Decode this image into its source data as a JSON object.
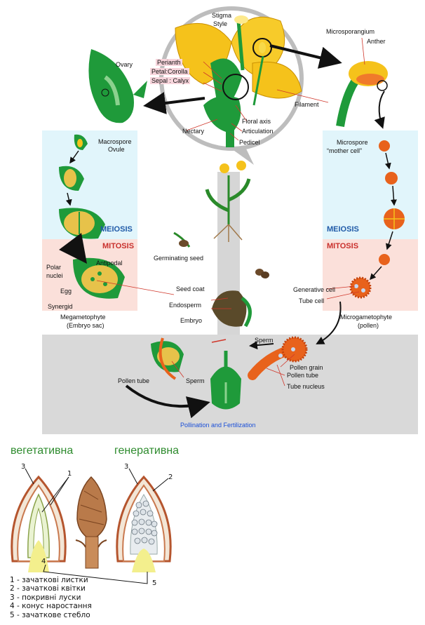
{
  "labels": {
    "stigma": "Stigma",
    "style": "Style",
    "ovary": "Ovary",
    "perianth": "Perianth",
    "petal": "Petal:Corolla",
    "sepal": "Sepal : Calyx",
    "microsporangium": "Microsporangium",
    "anther": "Anther",
    "filament": "Filament",
    "floral_axis": "Floral axis",
    "nectary": "Nectary",
    "articulation": "Articulation",
    "pedicel": "Pedicel",
    "macrospore": "Macrospore",
    "ovule": "Ovule",
    "microspore": "Microspore",
    "mother_cell": "“mother cell”",
    "meiosis_left": "MEIOSIS",
    "meiosis_right": "MEIOSIS",
    "mitosis_left": "MITOSIS",
    "mitosis_right": "MITOSIS",
    "germinating_seed": "Germinating seed",
    "polar_nuclei_1": "Polar",
    "polar_nuclei_2": "nuclei",
    "antipodal": "Antipodal",
    "egg": "Egg",
    "synergid": "Synergid",
    "megagametophyte": "Megametophyte",
    "embryo_sac": "(Embryo sac)",
    "seed_coat": "Seed coat",
    "endosperm": "Endosperm",
    "embryo": "Embryo",
    "generative_cell": "Generative cell",
    "tube_cell": "Tube cell",
    "microgametophyte": "Microgametophyte",
    "pollen": "(pollen)",
    "sperm_right": "Sperm",
    "pollen_grain": "Pollen grain",
    "pollen_tube_right": "Pollen tube",
    "tube_nucleus": "Tube nucleus",
    "pollen_tube_left": "Pollen tube",
    "sperm_left": "Sperm",
    "pollination": "Pollination and Fertilization"
  },
  "bud_titles": {
    "vegetative": "вегетативна",
    "generative": "генеративна"
  },
  "bud_numbers": {
    "n3a": "3",
    "n1": "1",
    "n3b": "3",
    "n2": "2",
    "n4": "4",
    "n5": "5"
  },
  "legend": [
    "1 - зачаткові листки",
    "2 - зачаткові квітки",
    "3 - покривні луски",
    "4 - конус наростання",
    "5 - зачаткове стебло"
  ],
  "colors": {
    "leaf_green": "#1f9a3a",
    "flower_yellow": "#f5c21b",
    "pollen_orange": "#e8621c",
    "meiosis_bg": "#e1f5fb",
    "mitosis_bg": "#fbe0da",
    "fertilization_bg": "#d9d9d9"
  }
}
